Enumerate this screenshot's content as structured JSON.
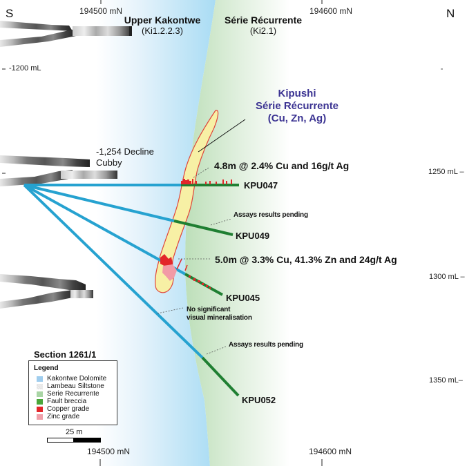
{
  "section": {
    "title": "Section 1261/1",
    "orientation": {
      "left": "S",
      "right": "N"
    }
  },
  "northings": {
    "top": [
      "194500 mN",
      "194600 mN"
    ],
    "bottom": [
      "194500 mN",
      "194600 mN"
    ]
  },
  "levels": {
    "left": [
      "-1200 mL"
    ],
    "right": [
      "1250 mL –",
      "1300 mL –",
      "1350 mL–"
    ]
  },
  "units": [
    {
      "name": "Upper Kakontwe",
      "code": "(Ki1.2.2.3)"
    },
    {
      "name": "Série Récurrente",
      "code": "(Ki2.1)"
    }
  ],
  "target": {
    "lines": [
      "Kipushi",
      "Série Récurrente",
      "(Cu, Zn, Ag)"
    ],
    "color": "#3b3392"
  },
  "workings": {
    "cubby_label": [
      "-1,254 Decline",
      "Cubby"
    ]
  },
  "drillholes": [
    {
      "id": "KPU047",
      "result": "4.8m @ 2.4% Cu and 16g/t Ag"
    },
    {
      "id": "KPU049",
      "note": "Assays results pending"
    },
    {
      "id": "KPU045",
      "result": "5.0m @ 3.3% Cu, 41.3% Zn and 24g/t Ag",
      "note": [
        "No significant",
        "visual mineralisation"
      ]
    },
    {
      "id": "KPU052",
      "note": "Assays results pending"
    }
  ],
  "legend": {
    "title": "Legend",
    "items": [
      {
        "label": "Kakontwe Dolomite",
        "color": "#9fcdee"
      },
      {
        "label": "Lambeau Siltstone",
        "color": "#e6e6e6"
      },
      {
        "label": "Serie Recurrente",
        "color": "#a9d5a5"
      },
      {
        "label": "Fault breccia",
        "color": "#4aa63a"
      },
      {
        "label": "Copper grade",
        "color": "#e3262a"
      },
      {
        "label": "Zinc grade",
        "color": "#f0a0aa"
      }
    ]
  },
  "scale": {
    "label": "25 m"
  },
  "colors": {
    "dolomite": "#a8d8f2",
    "serie": "#bfe0bc",
    "orebody_fill": "#f7f0a5",
    "orebody_outline": "#e0443a",
    "drill_blue": "#26a2d0",
    "drill_green": "#1f7f32",
    "copper": "#e3262a",
    "zinc": "#f29aa6"
  }
}
